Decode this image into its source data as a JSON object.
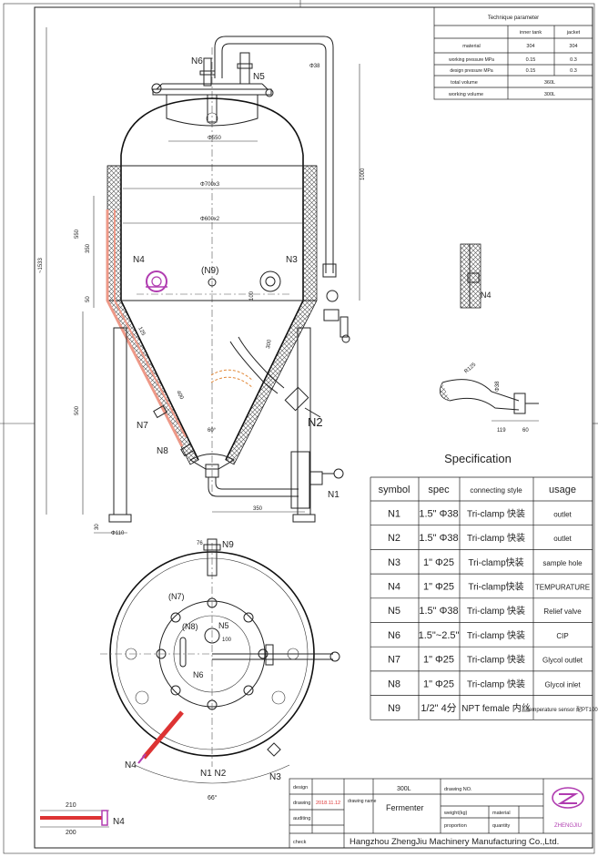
{
  "tech_table": {
    "title": "Technique parameter",
    "headers": [
      "",
      "inner tank",
      "jacket"
    ],
    "rows": [
      {
        "label": "material",
        "inner": "304",
        "jacket": "304"
      },
      {
        "label": "working pressure  MPa",
        "inner": "0.15",
        "jacket": "0.3"
      },
      {
        "label": "design pressure  MPa",
        "inner": "0.15",
        "jacket": "0.3"
      },
      {
        "label": "total volume",
        "inner": "360L",
        "jacket": ""
      },
      {
        "label": "working volume",
        "inner": "300L",
        "jacket": ""
      }
    ]
  },
  "spec_table": {
    "title": "Specification",
    "headers": [
      "symbol",
      "spec",
      "connecting style",
      "usage"
    ],
    "rows": [
      {
        "symbol": "N1",
        "spec": "1.5\" Φ38",
        "style": "Tri-clamp 快装",
        "usage": "outlet"
      },
      {
        "symbol": "N2",
        "spec": "1.5\" Φ38",
        "style": "Tri-clamp 快装",
        "usage": "outlet"
      },
      {
        "symbol": "N3",
        "spec": "1\" Φ25",
        "style": "Tri-clamp快装",
        "usage": "sample hole"
      },
      {
        "symbol": "N4",
        "spec": "1\" Φ25",
        "style": "Tri-clamp快装",
        "usage": "TEMPURATURE"
      },
      {
        "symbol": "N5",
        "spec": "1.5\" Φ38",
        "style": "Tri-clamp 快装",
        "usage": "Relief valve"
      },
      {
        "symbol": "N6",
        "spec": "1.5\"~2.5\"",
        "style": "Tri-clamp 快装",
        "usage": "CIP"
      },
      {
        "symbol": "N7",
        "spec": "1\" Φ25",
        "style": "Tri-clamp 快装",
        "usage": "Glycol outlet"
      },
      {
        "symbol": "N8",
        "spec": "1\" Φ25",
        "style": "Tri-clamp 快装",
        "usage": "Glycol inlet"
      },
      {
        "symbol": "N9",
        "spec": "1/2\" 4分",
        "style": "NPT female 内丝",
        "usage": "temperature sensor 配PT100"
      }
    ]
  },
  "title_block": {
    "design": "design",
    "drawing": "drawing",
    "date": "2018.11.12",
    "auditing": "auditing",
    "check": "check",
    "drawing_name_label": "drawing name",
    "volume": "300L",
    "name": "Fermenter",
    "drawing_no": "drawing NO.",
    "weight": "weight(kg)",
    "material": "material",
    "proportion": "proportion",
    "quantity": "quantity",
    "company": "Hangzhou ZhengJiu Machinery Manufacturing Co.,Ltd.",
    "logo_text": "ZHENGJIU"
  },
  "elevation_labels": {
    "N6": "N6",
    "N5": "N5",
    "N4": "N4",
    "N3": "N3",
    "N9": "(N9)",
    "N7": "N7",
    "N8": "N8",
    "N2": "N2",
    "N1": "N1"
  },
  "plan_labels": {
    "N9": "N9",
    "N7": "(N7)",
    "N8": "(N8)",
    "N5": "N5",
    "N6": "N6",
    "N4": "N4",
    "N1N2": "N1 N2",
    "N3": "N3"
  },
  "dimensions": {
    "d38": "Φ38",
    "d550": "Φ550",
    "d700x3": "Φ700x3",
    "d600x2": "Φ600x2",
    "h1000": "1000",
    "h1533": "~1533",
    "h550": "550",
    "h350": "350",
    "h50": "50",
    "h100": "100",
    "h500": "500",
    "h30": "30",
    "d110": "Φ110",
    "l350": "350",
    "l300": "300",
    "l125": "125",
    "l400": "400",
    "ang60": "60°",
    "d119": "119",
    "d60": "60",
    "r125": "R125",
    "d38b": "Φ38",
    "pd76": "76",
    "pd100": "100",
    "ang66": "66°",
    "n4_210": "210",
    "n4_200": "200",
    "n4_label": "N4",
    "detail_n4": "N4"
  }
}
